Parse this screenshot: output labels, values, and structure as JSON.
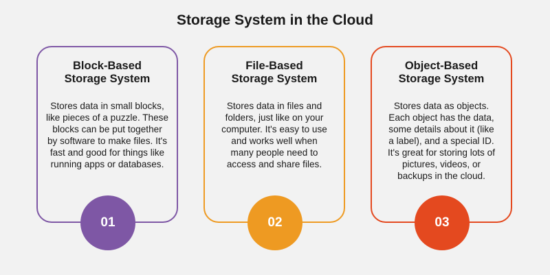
{
  "title": "Storage System in the Cloud",
  "cards": [
    {
      "heading": [
        "Block-Based",
        "Storage System"
      ],
      "lines": [
        "Stores data in small blocks,",
        "like pieces of a puzzle. These",
        "blocks can be put together",
        "by software to make files. It's",
        "fast and good for things like",
        "running apps or databases."
      ],
      "number": "01",
      "color": "#7e57a5"
    },
    {
      "heading": [
        "File-Based",
        "Storage System"
      ],
      "lines": [
        "Stores data in files and",
        "folders, just like on your",
        "computer. It's easy to use",
        "and works well when",
        "many people need to",
        "access and share files."
      ],
      "number": "02",
      "color": "#ee9a22"
    },
    {
      "heading": [
        "Object-Based",
        "Storage System"
      ],
      "lines": [
        "Stores data as objects.",
        "Each object has the data,",
        "some details about it (like",
        "a label), and a special ID.",
        "It's great for storing lots of",
        "pictures, videos, or",
        "backups in the cloud."
      ],
      "number": "03",
      "color": "#e4491f"
    }
  ]
}
